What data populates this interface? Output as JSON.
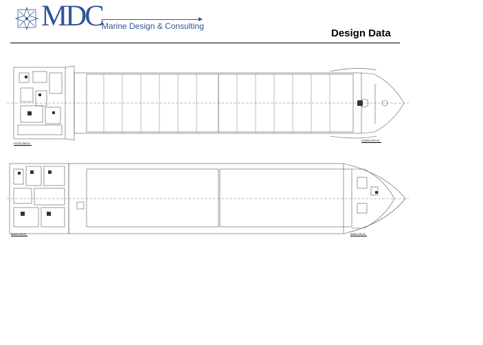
{
  "header": {
    "logo_text": "MDC",
    "tagline": "Marine Design & Consulting",
    "title": "Design Data"
  },
  "colors": {
    "brand": "#2f5597",
    "drawing": "#555555"
  },
  "plans": {
    "upper": {
      "left_label": "POOP DECK",
      "right_label": "FORECASTLE"
    },
    "lower": {
      "left_label": "MAIN DECK",
      "right_label": "MAIN DECK"
    }
  }
}
